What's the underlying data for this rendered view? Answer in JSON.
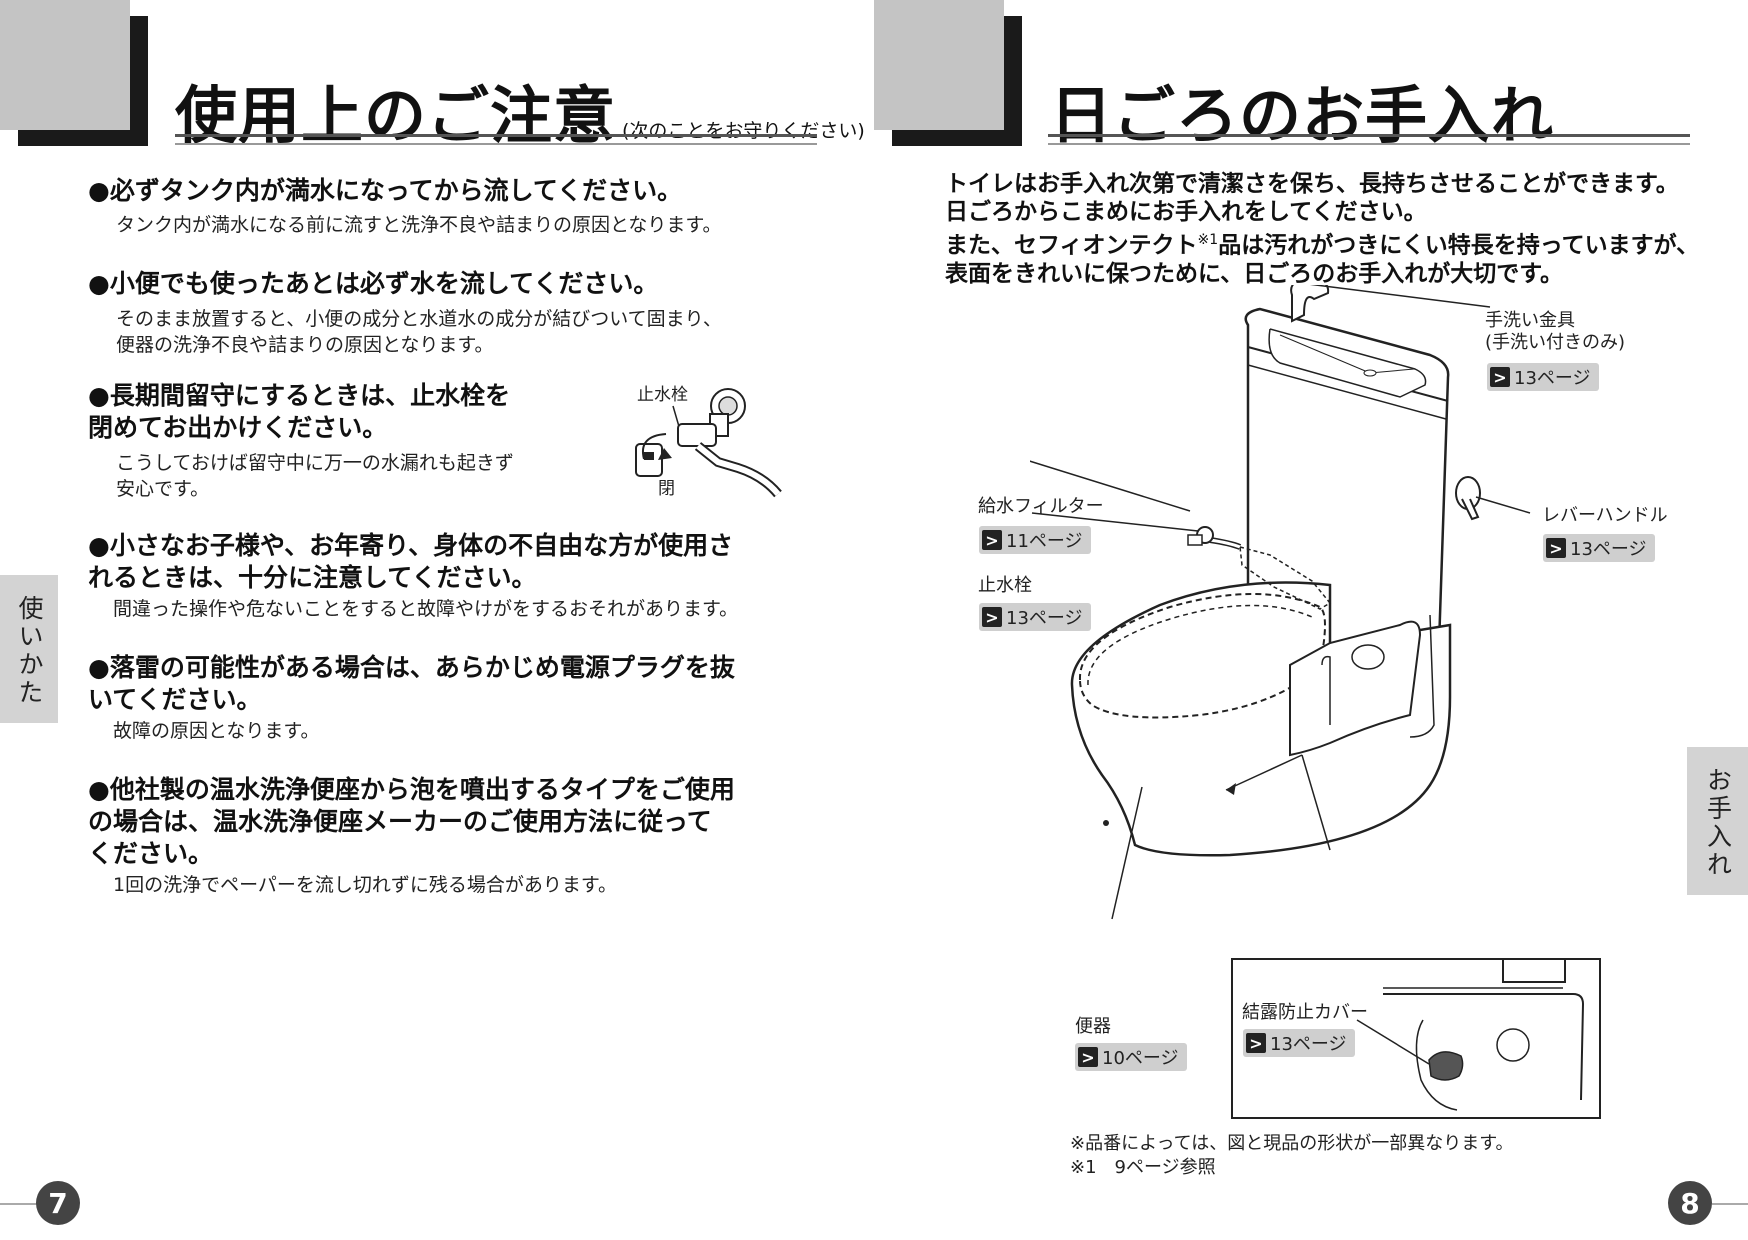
{
  "left": {
    "title": "使用上のご注意",
    "subtitle": "(次のことをお守りください)",
    "side_tab": "使いかた",
    "page_number": "7",
    "notes": [
      {
        "head": "●必ずタンク内が満水になってから流してください。",
        "body": "タンク内が満水になる前に流すと洗浄不良や詰まりの原因となります。"
      },
      {
        "head": "●小便でも使ったあとは必ず水を流してください。",
        "body": "そのまま放置すると、小便の成分と水道水の成分が結びついて固まり、\n便器の洗浄不良や詰まりの原因となります。"
      },
      {
        "head": "●長期間留守にするときは、止水栓を\n閉めてお出かけください。",
        "body": "こうしておけば留守中に万一の水漏れも起きず\n安心です。"
      },
      {
        "head": "●小さなお子様や、お年寄り、身体の不自由な方が使用さ\nれるときは、十分に注意してください。",
        "body": "間違った操作や危ないことをすると故障やけがをするおそれがあります。"
      },
      {
        "head": "●落雷の可能性がある場合は、あらかじめ電源プラグを抜\nいてください。",
        "body": "故障の原因となります。"
      },
      {
        "head": "●他社製の温水洗浄便座から泡を噴出するタイプをご使用\nの場合は、温水洗浄便座メーカーのご使用方法に従って\nください。",
        "body": "1回の洗浄でペーパーを流し切れずに残る場合があります。"
      }
    ],
    "valve_figure": {
      "label_top": "止水栓",
      "label_close": "閉"
    }
  },
  "right": {
    "title": "日ごろのお手入れ",
    "side_tab": "お手入れ",
    "page_number": "8",
    "intro": [
      "トイレはお手入れ次第で清潔さを保ち、長持ちさせることができます。",
      "日ごろからこまめにお手入れをしてください。",
      "また、セフィオンテクト",
      "※1",
      "品は汚れがつきにくい特長を持っていますが、",
      "表面をきれいに保つために、日ごろのお手入れが大切です。"
    ],
    "labels": {
      "faucet": "手洗い金具",
      "faucet_note": "(手洗い付きのみ)",
      "faucet_ref": "13ページ",
      "lever": "レバーハンドル",
      "lever_ref": "13ページ",
      "filter": "給水フィルター",
      "filter_ref": "11ページ",
      "valve": "止水栓",
      "valve_ref": "13ページ",
      "bowl": "便器",
      "bowl_ref": "10ページ",
      "cover": "結露防止カバー",
      "cover_ref": "13ページ"
    },
    "footnotes": [
      "※品番によっては、図と現品の形状が一部異なります。",
      "※1　9ページ参照"
    ]
  },
  "colors": {
    "accent_gray": "#c4c4c4",
    "dark": "#1a1a1a",
    "tab_gray": "#d3d3d3"
  }
}
